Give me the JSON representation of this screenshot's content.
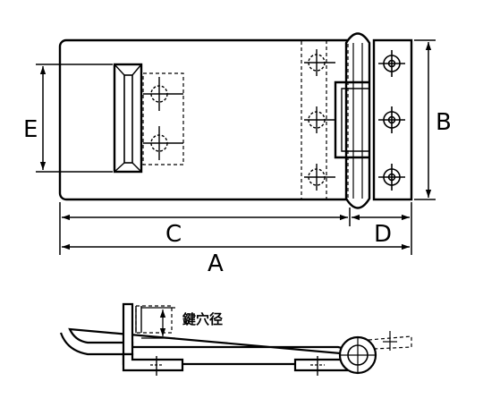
{
  "diagram": {
    "dimensions": {
      "a": "A",
      "b": "B",
      "c": "C",
      "d": "D",
      "e": "E"
    },
    "side_view_note": "鍵穴径"
  }
}
